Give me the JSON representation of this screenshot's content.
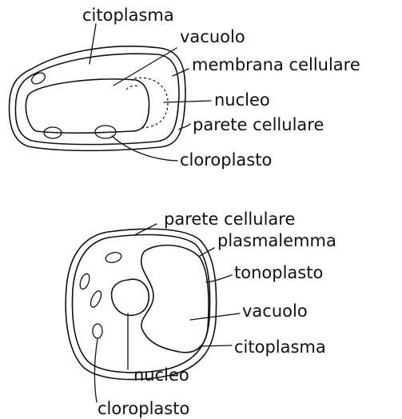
{
  "top_cell": {
    "labels": {
      "citoplasma": "citoplasma",
      "vacuolo": "vacuolo",
      "membrana": "membrana cellulare",
      "nucleo": "nucleo",
      "parete": "parete cellulare",
      "cloroplasto": "cloroplasto"
    }
  },
  "bottom_cell": {
    "labels": {
      "parete": "parete cellulare",
      "plasmalemma": "plasmalemma",
      "tonoplasto": "tonoplasto",
      "vacuolo": "vacuolo",
      "citoplasma": "citoplasma",
      "nucleo": "nucleo",
      "cloroplasto": "cloroplasto"
    }
  }
}
